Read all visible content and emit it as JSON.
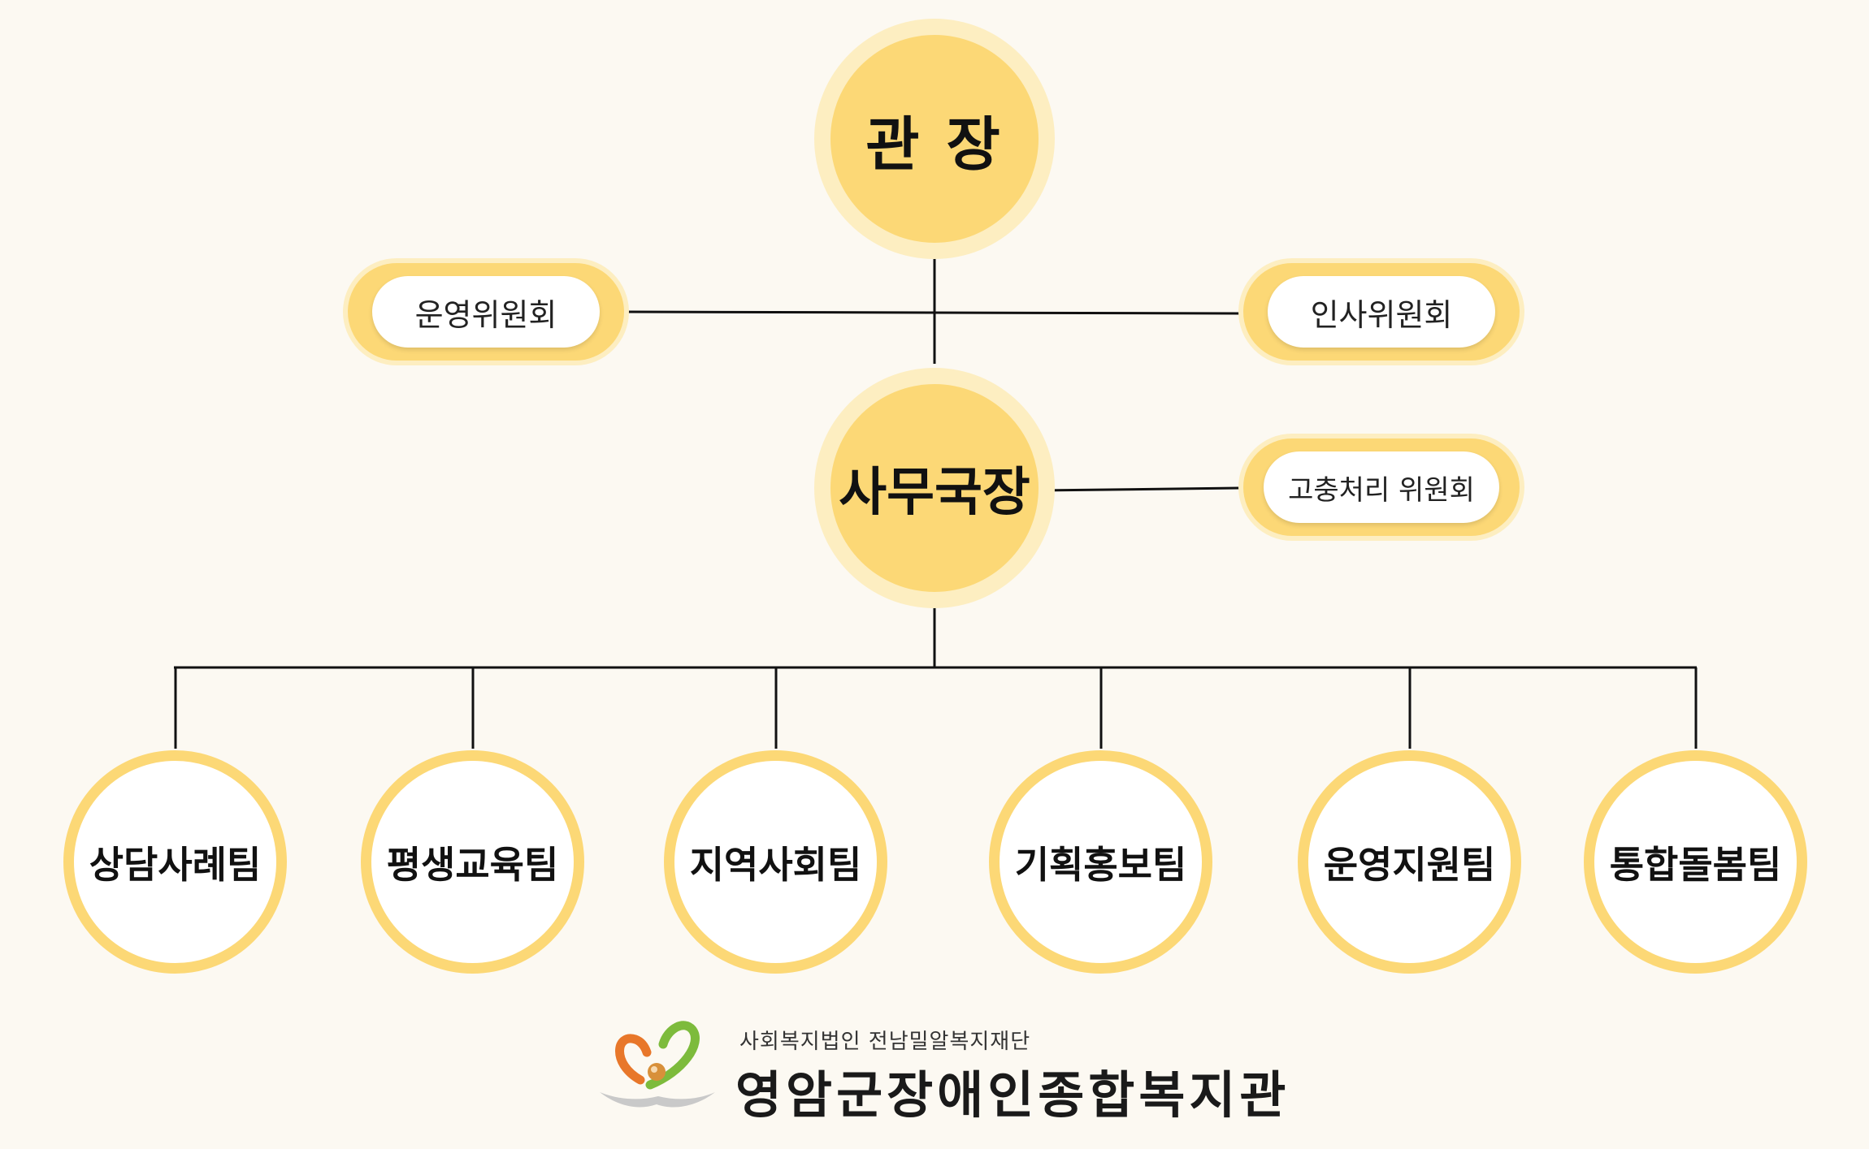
{
  "director": {
    "label": "관 장"
  },
  "committees": {
    "left": "운영위원회",
    "right": "인사위원회",
    "grievance": "고충처리 위원회"
  },
  "secretary_general": {
    "label": "사무국장"
  },
  "teams": [
    {
      "label": "상담사례팀"
    },
    {
      "label": "평생교육팀"
    },
    {
      "label": "지역사회팀"
    },
    {
      "label": "기획홍보팀"
    },
    {
      "label": "운영지원팀"
    },
    {
      "label": "통합돌봄팀"
    }
  ],
  "organization": {
    "parent": "사회복지법인  전남밀알복지재단",
    "name": "영암군장애인종합복지관"
  },
  "colors": {
    "accent": "#fcd876",
    "accent_glow": "#fdeec1",
    "background": "#fcf9f2",
    "line": "#111111"
  }
}
